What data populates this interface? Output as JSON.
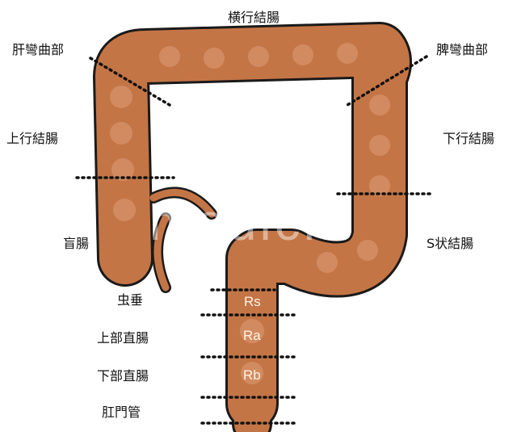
{
  "labels": {
    "transverse_colon": "横行結腸",
    "hepatic_flexure": "肝彎曲部",
    "splenic_flexure": "脾彎曲部",
    "ascending_colon": "上行結腸",
    "descending_colon": "下行結腸",
    "cecum": "盲腸",
    "sigmoid_colon": "S状結腸",
    "appendix": "虫垂",
    "upper_rectum": "上部直腸",
    "lower_rectum": "下部直腸",
    "anal_canal": "肛門管"
  },
  "rectum_segments": {
    "rs": "Rs",
    "ra": "Ra",
    "rb": "Rb"
  },
  "watermark": "medick",
  "colors": {
    "tissue": "#c97a4c",
    "tissue_dark": "#a85a32",
    "outline": "#1a1a1a"
  }
}
